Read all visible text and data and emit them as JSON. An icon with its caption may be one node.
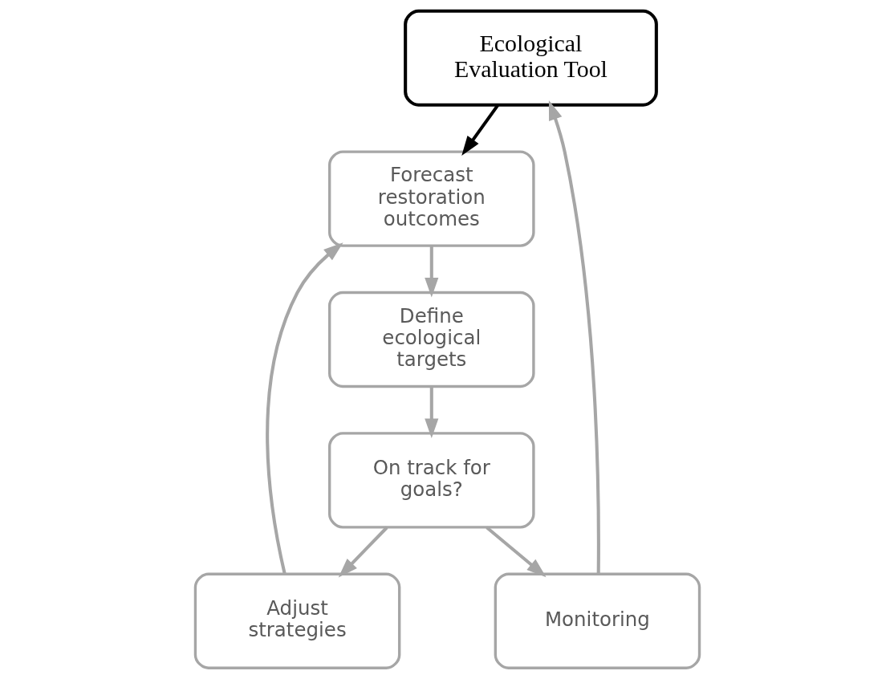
{
  "diagram": {
    "nodes": [
      {
        "text": [
          "Ecological Evaluation Tool"
        ]
      },
      {
        "text": [
          "Forecast restoration outcomes"
        ]
      },
      {
        "text": [
          "Adjust strategies"
        ]
      },
      {
        "text": [
          "Define ecological targets"
        ]
      },
      {
        "text": [
          "Monitoring"
        ]
      },
      {
        "text": [
          "On track for goals?"
        ]
      }
    ],
    "edges": [
      {
        "from": 0,
        "to": 1,
        "arrow": "to",
        "color": "#000000"
      },
      {
        "from": 1,
        "to": 3,
        "arrow": "to"
      },
      {
        "from": 3,
        "to": 5,
        "arrow": "to"
      },
      {
        "from": 5,
        "to": 2,
        "arrow": "to"
      },
      {
        "from": 2,
        "to": 1,
        "arrow": "to"
      },
      {
        "from": 5,
        "to": 4,
        "arrow": "to"
      },
      {
        "from": 4,
        "to": 0,
        "arrow": "to"
      }
    ]
  }
}
